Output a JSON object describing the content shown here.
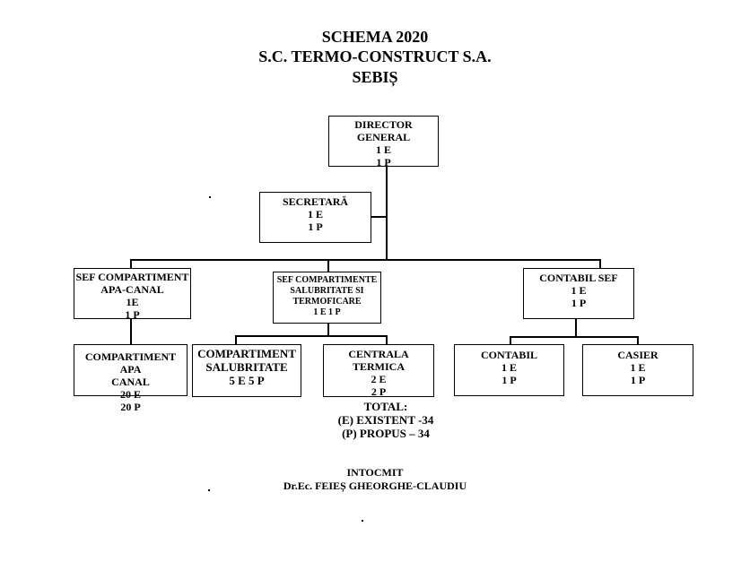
{
  "header": {
    "line1": "SCHEMA 2020",
    "line2": "S.C. TERMO-CONSTRUCT S.A.",
    "line3": "SEBIȘ"
  },
  "boxes": {
    "director": [
      "DIRECTOR",
      "GENERAL",
      "1 E",
      "1 P"
    ],
    "secretara": [
      "SECRETARĂ",
      "1 E",
      "1 P"
    ],
    "sef_apa": [
      "SEF COMPARTIMENT",
      "APA-CANAL",
      "1E",
      "1 P"
    ],
    "sef_salub": [
      "SEF COMPARTIMENTE",
      "SALUBRITATE SI",
      "TERMOFICARE",
      "1 E 1 P"
    ],
    "contabil_sef": [
      "CONTABIL SEF",
      "1 E",
      "1 P"
    ],
    "comp_apa": [
      "COMPARTIMENT APA",
      "CANAL",
      "20 E",
      "20 P"
    ],
    "comp_salub": [
      "COMPARTIMENT",
      "SALUBRITATE",
      "5 E 5 P"
    ],
    "centrala": [
      "CENTRALA TERMICA",
      "2 E",
      "2 P"
    ],
    "contabil": [
      "CONTABIL",
      "1 E",
      "1 P"
    ],
    "casier": [
      "CASIER",
      "1 E",
      "1 P"
    ]
  },
  "total": {
    "label": "TOTAL:",
    "existent": "(E) EXISTENT -34",
    "propus": "(P) PROPUS – 34"
  },
  "signature": {
    "label": "INTOCMIT",
    "name": "Dr.Ec. FEIEȘ GHEORGHE-CLAUDIU"
  }
}
